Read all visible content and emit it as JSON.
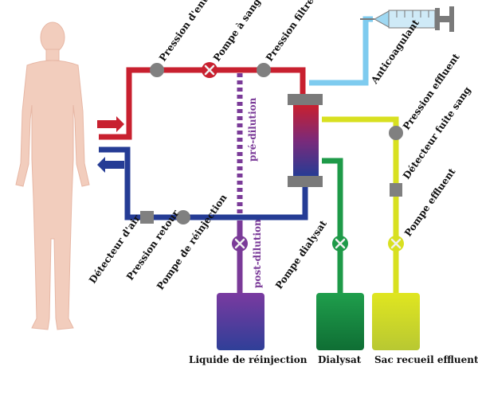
{
  "labels": {
    "pression_entree": "Pression d'entrée",
    "pompe_sang": "Pompe à sang",
    "pression_filtre": "Pression filtre",
    "anticoagulant": "Anticoagulant",
    "pression_effluent": "Pression effluent",
    "detecteur_fuite_sang": "Détecteur fuite sang",
    "pompe_effluent": "Pompe effluent",
    "pre_dilution": "pré-dilution",
    "post_dilution": "post-dilution",
    "detecteur_air": "Détecteur d'air",
    "pression_retour": "Pression retour",
    "pompe_reinjection": "Pompe de réinjection",
    "pompe_dialysat": "Pompe dialysat",
    "liquide_reinjection": "Liquide de réinjection",
    "dialysat": "Dialysat",
    "sac_recueil_effluent": "Sac recueil effluent"
  },
  "colors": {
    "arterial": "#c8202f",
    "venous": "#253c95",
    "anticoagulant": "#7ecbef",
    "effluent": "#d8e020",
    "dialysate": "#1e9a48",
    "reinjection": "#7a3a98",
    "sensor": "#808080",
    "skin": "#f2cdbd"
  }
}
